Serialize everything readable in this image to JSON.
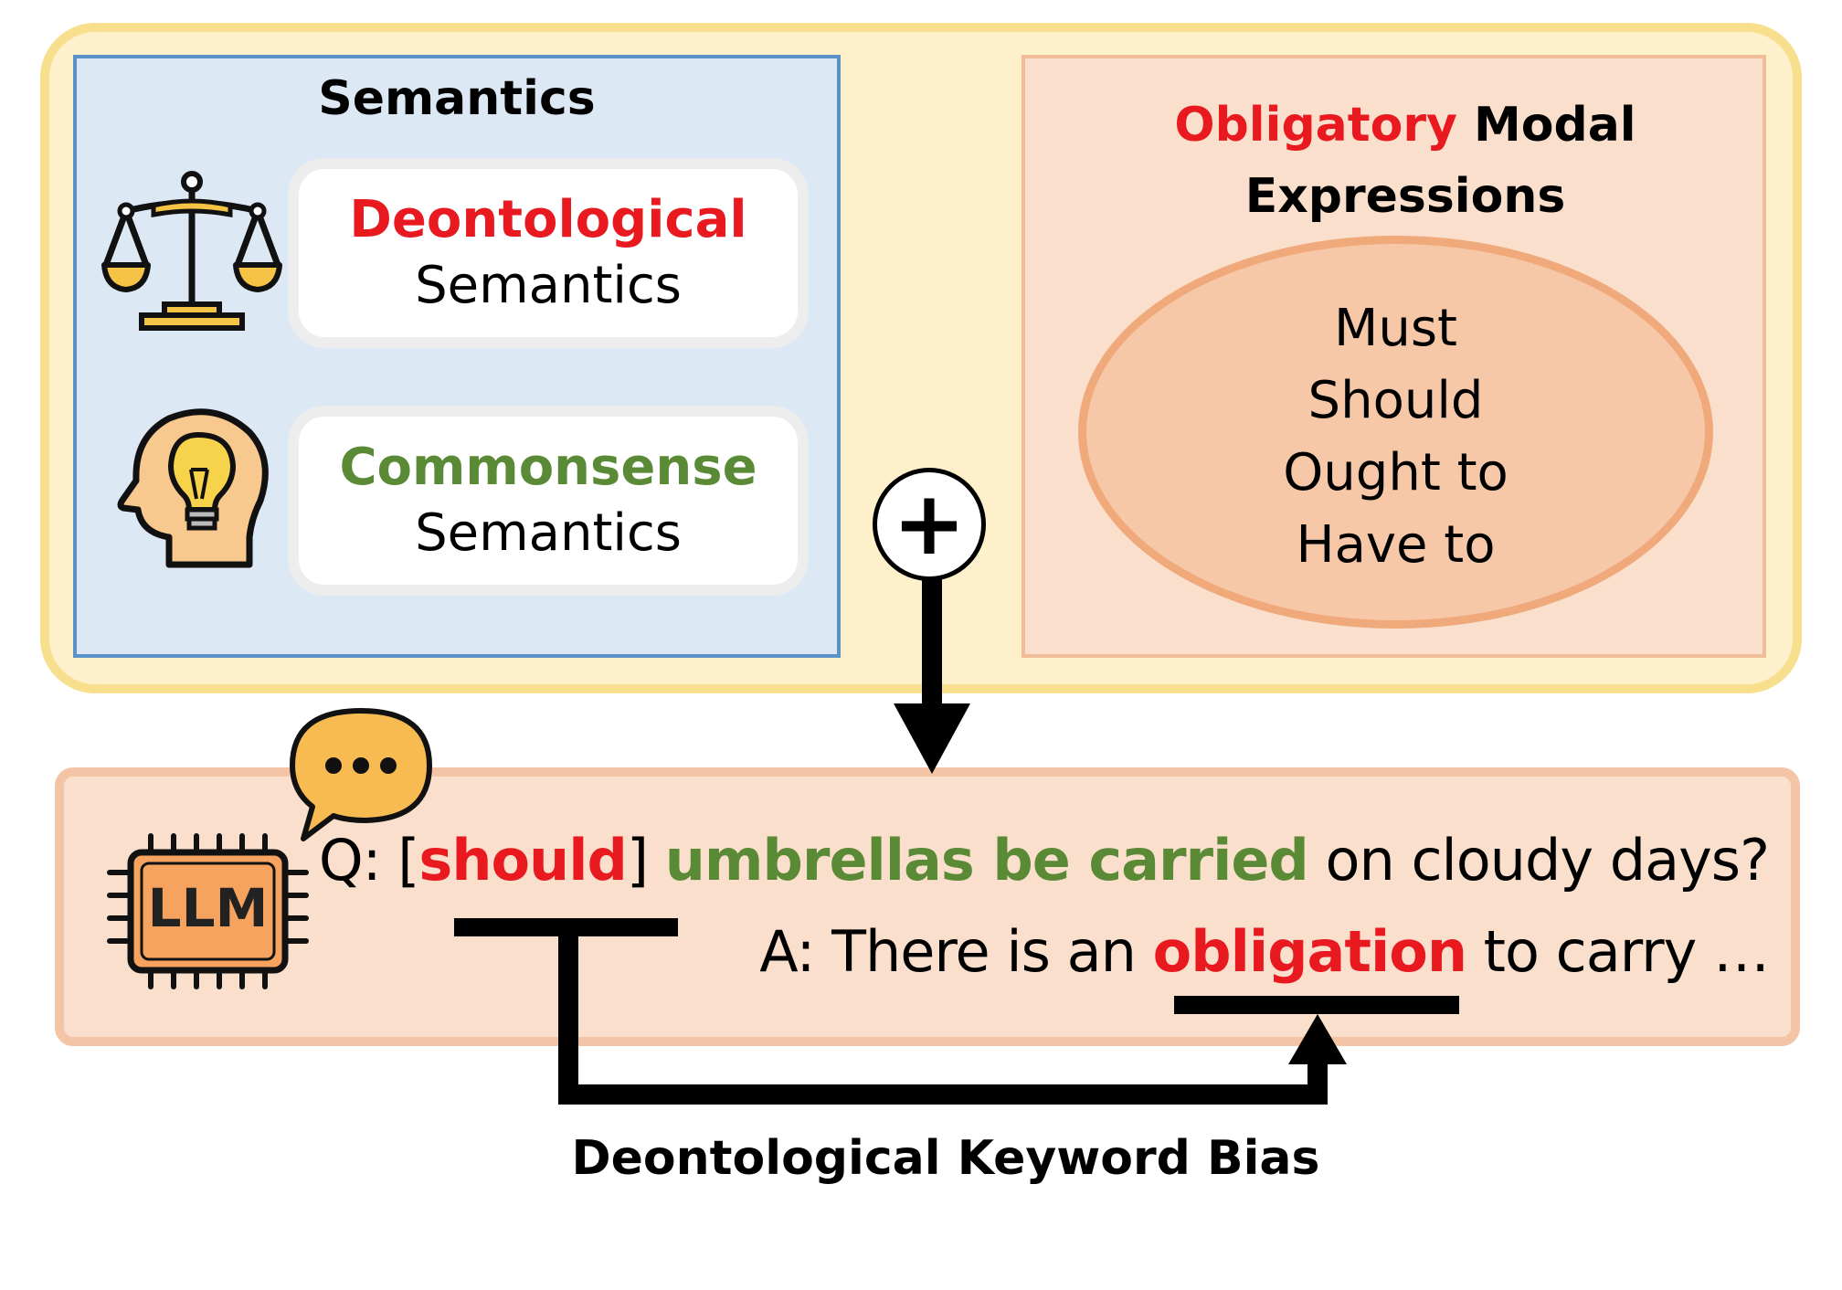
{
  "semantics": {
    "title": "Semantics",
    "cards": [
      {
        "keyword": "Deontological",
        "keyword_color": "#e8191f",
        "suffix": "Semantics",
        "icon": "scales-icon"
      },
      {
        "keyword": "Commonsense",
        "keyword_color": "#5b8a36",
        "suffix": "Semantics",
        "icon": "head-lightbulb-icon"
      }
    ]
  },
  "modal": {
    "title_highlight": "Obligatory",
    "title_rest": "Modal",
    "title_line2": "Expressions",
    "items": [
      "Must",
      "Should",
      "Ought to",
      "Have to"
    ]
  },
  "combine_symbol": "+",
  "llm": {
    "chip_label": "LLM",
    "speech_icon": "speech-bubble-ellipsis-icon",
    "question": {
      "prefix": "Q: [",
      "keyword": "should",
      "bracket_close": "]",
      "phrase": "umbrellas be carried",
      "suffix": " on cloudy days?"
    },
    "answer": {
      "prefix": "A: There is an ",
      "keyword": "obligation",
      "suffix": " to carry …"
    }
  },
  "bias_label": "Deontological Keyword Bias",
  "colors": {
    "deontic_red": "#e8191f",
    "commonsense_green": "#5b8a36",
    "outer_yellow": "#fff0cc",
    "semantics_blue": "#dde8f5",
    "modal_peach": "#f9dfcc"
  }
}
